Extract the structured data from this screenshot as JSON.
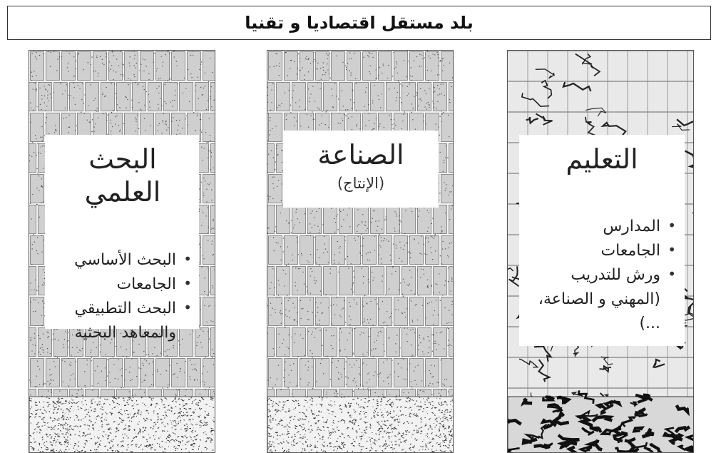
{
  "banner": "بلد مستقل اقتصاديا و تقنيا",
  "pillars": [
    {
      "id": "research",
      "title": "البحث العلمي",
      "items": [
        "البحث الأساسي",
        "الجامعات",
        "البحث التطبيقي"
      ],
      "continuation": "والمعاهد البحثية",
      "texture": "brick-stipple"
    },
    {
      "id": "industry",
      "title": "الصناعة",
      "subtitle": "(الإنتاج)",
      "texture": "brick-stipple"
    },
    {
      "id": "education",
      "title": "التعليم",
      "items": [
        "المدارس",
        "الجامعات",
        "ورش للتدريب (المهني و الصناعة، ...)"
      ],
      "texture": "cracked-marble"
    }
  ],
  "colors": {
    "brick": "#cfcfcf",
    "mortar": "#f4f4f4",
    "ink": "#222222"
  }
}
